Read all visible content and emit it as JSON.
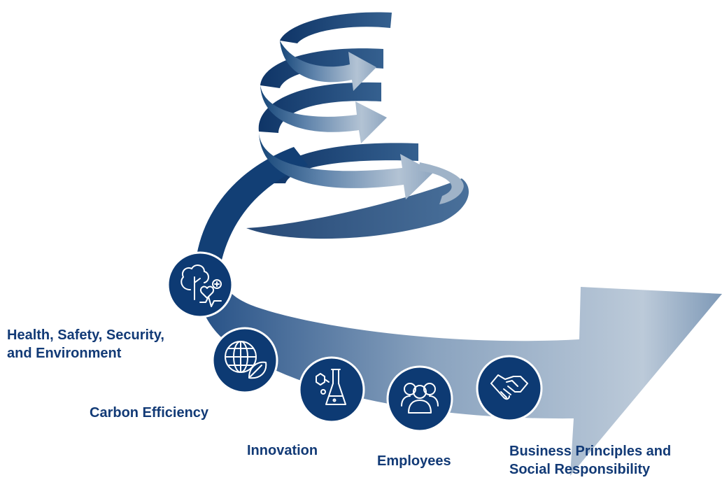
{
  "colors": {
    "navy": "#0d3a73",
    "ribbon_dark": "#1b4b83",
    "ribbon_light": "#b8c7d7",
    "label": "#123a76"
  },
  "focus_areas": [
    {
      "label_line1": "Health, Safety, Security,",
      "label_line2": "and Environment",
      "icon": "tree-heart-icon"
    },
    {
      "label_line1": "Carbon Efficiency",
      "label_line2": "",
      "icon": "globe-leaf-icon"
    },
    {
      "label_line1": "Innovation",
      "label_line2": "",
      "icon": "flask-molecule-icon"
    },
    {
      "label_line1": "Employees",
      "label_line2": "",
      "icon": "people-icon"
    },
    {
      "label_line1": "Business Principles and",
      "label_line2": "Social Responsibility",
      "icon": "handshake-icon"
    }
  ]
}
